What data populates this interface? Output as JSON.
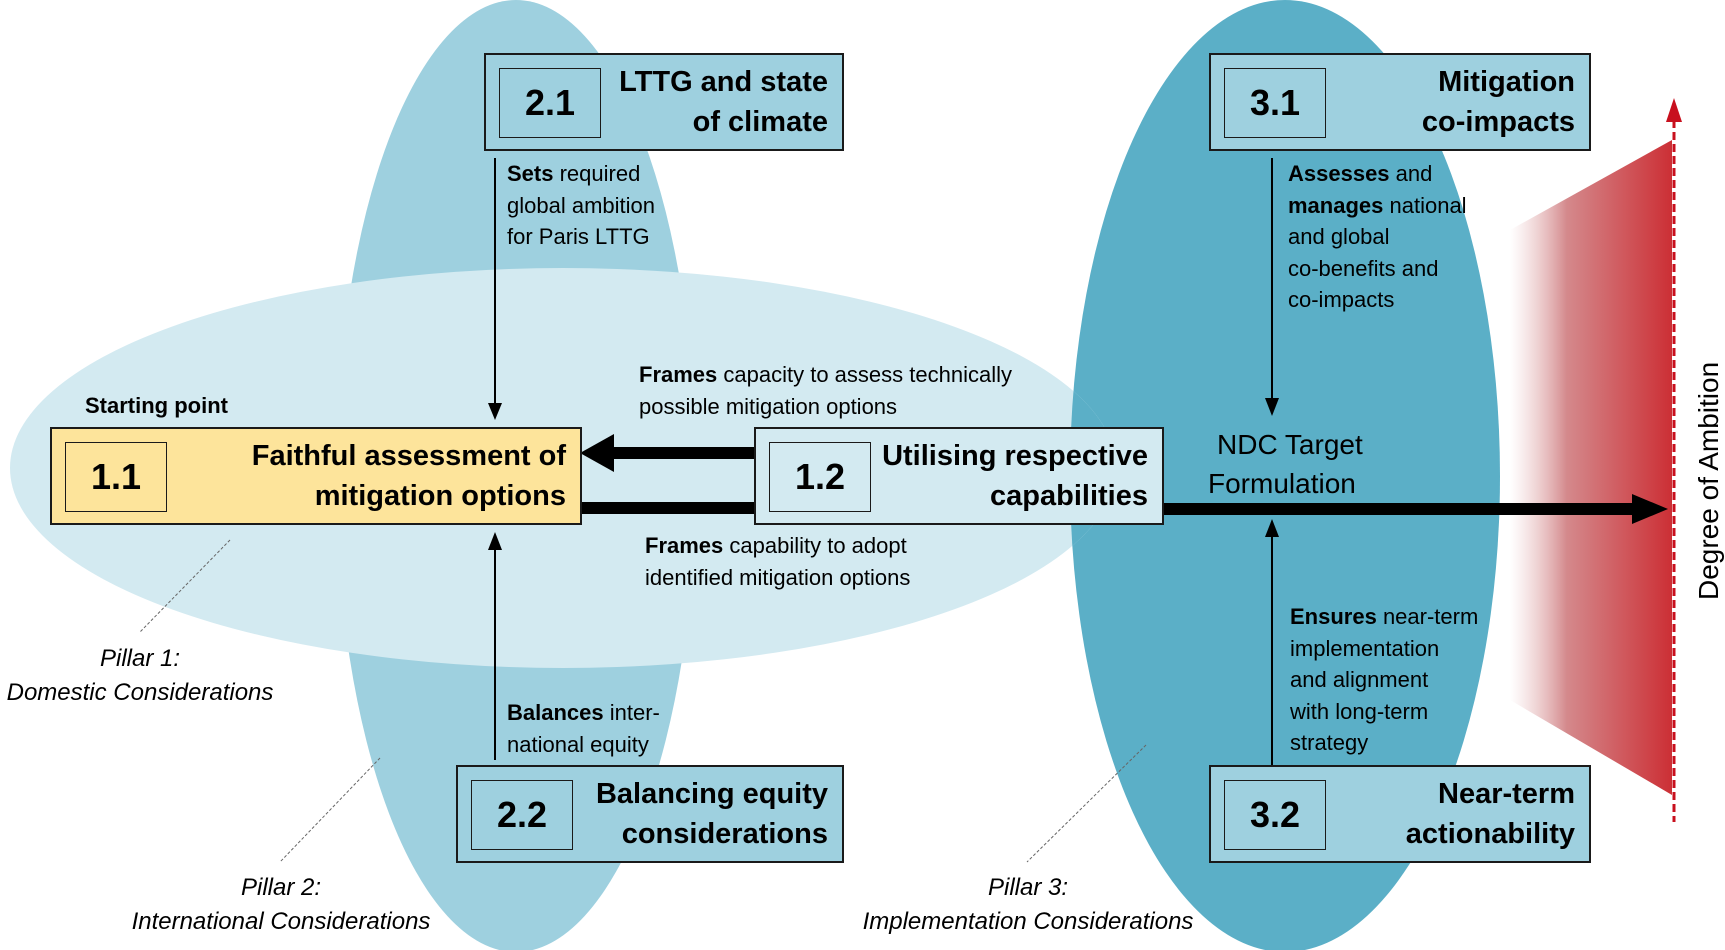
{
  "colors": {
    "pillar1_fill": "#d3eaf1",
    "pillar2_fill": "#9ed0df",
    "pillar3_fill": "#5bafc7",
    "box_1_1_fill": "#fde49b",
    "box_1_2_fill": "#d3eaf1",
    "box_pillar_fill": "#9ed0df",
    "ambition_red": "#cc1f2a"
  },
  "starting_point": "Starting point",
  "boxes": {
    "b11": {
      "number": "1.1",
      "title_line1": "Faithful assessment of",
      "title_line2": "mitigation options"
    },
    "b12": {
      "number": "1.2",
      "title_line1": "Utilising respective",
      "title_line2": "capabilities"
    },
    "b21": {
      "number": "2.1",
      "title_line1": "LTTG and state",
      "title_line2": "of climate"
    },
    "b22": {
      "number": "2.2",
      "title_line1": "Balancing equity",
      "title_line2": "considerations"
    },
    "b31": {
      "number": "3.1",
      "title_line1": "Mitigation",
      "title_line2": "co-impacts"
    },
    "b32": {
      "number": "3.2",
      "title_line1": "Near-term",
      "title_line2": "actionability"
    }
  },
  "annotations": {
    "sets": {
      "bold": "Sets",
      "rest1": " required",
      "line2": "global ambition",
      "line3": "for Paris LTTG"
    },
    "balances": {
      "bold": "Balances",
      "rest1": " inter-",
      "line2": "national equity"
    },
    "frames_top": {
      "bold": "Frames",
      "rest1": " capacity to assess technically",
      "line2": "possible mitigation options"
    },
    "frames_bottom": {
      "bold": "Frames",
      "rest1": " capability to adopt",
      "line2": "identified mitigation options"
    },
    "assesses": {
      "bold1": "Assesses",
      "rest1": " and",
      "bold2": "manages",
      "rest2": " national",
      "line3": "and global",
      "line4": "co-benefits and",
      "line5": "co-impacts"
    },
    "ensures": {
      "bold": "Ensures",
      "rest1": " near-term",
      "line2": "implementation",
      "line3": "and alignment",
      "line4": "with long-term",
      "line5": "strategy"
    }
  },
  "ndc": {
    "line1": "NDC Target",
    "line2": "Formulation"
  },
  "ambition_label": "Degree of Ambition",
  "pillars": {
    "p1": {
      "line1": "Pillar 1:",
      "line2": "Domestic Considerations"
    },
    "p2": {
      "line1": "Pillar 2:",
      "line2": "International Considerations"
    },
    "p3": {
      "line1": "Pillar 3:",
      "line2": "Implementation Considerations"
    }
  }
}
